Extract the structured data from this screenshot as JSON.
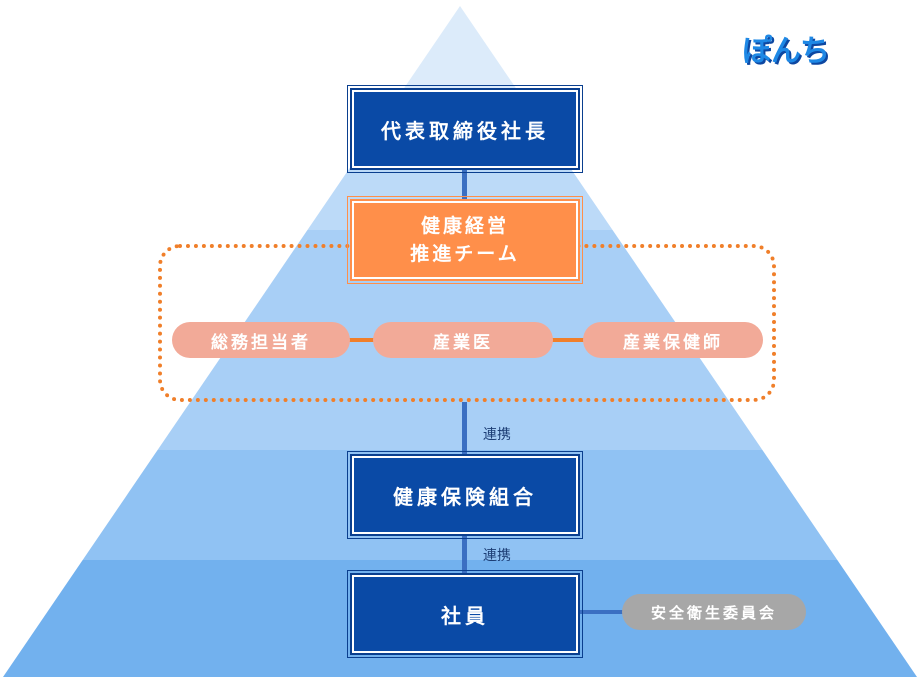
{
  "logo": {
    "text": "ぽんち"
  },
  "executive": {
    "label": "代表取締役社長"
  },
  "promotion_team": {
    "line1": "健康経営",
    "line2": "推進チーム"
  },
  "members": [
    {
      "label": "総務担当者"
    },
    {
      "label": "産業医"
    },
    {
      "label": "産業保健師"
    }
  ],
  "links": {
    "team_to_union": "連携",
    "union_to_staff": "連携"
  },
  "health_union": {
    "label": "健康保険組合"
  },
  "employees": {
    "label": "社員"
  },
  "safety_committee": {
    "label": "安全衛生委員会"
  },
  "colors": {
    "pyramid_tiers": [
      "#dcebfa",
      "#bcdaf8",
      "#a8cff6",
      "#90c2f3",
      "#72b1ee"
    ],
    "box_dark": "#0a4aa6",
    "box_orange": "#ff8f4a",
    "pill": "#f2aa98",
    "pill_gray": "#a7a7a7",
    "dotted_border": "#f07f2a"
  }
}
